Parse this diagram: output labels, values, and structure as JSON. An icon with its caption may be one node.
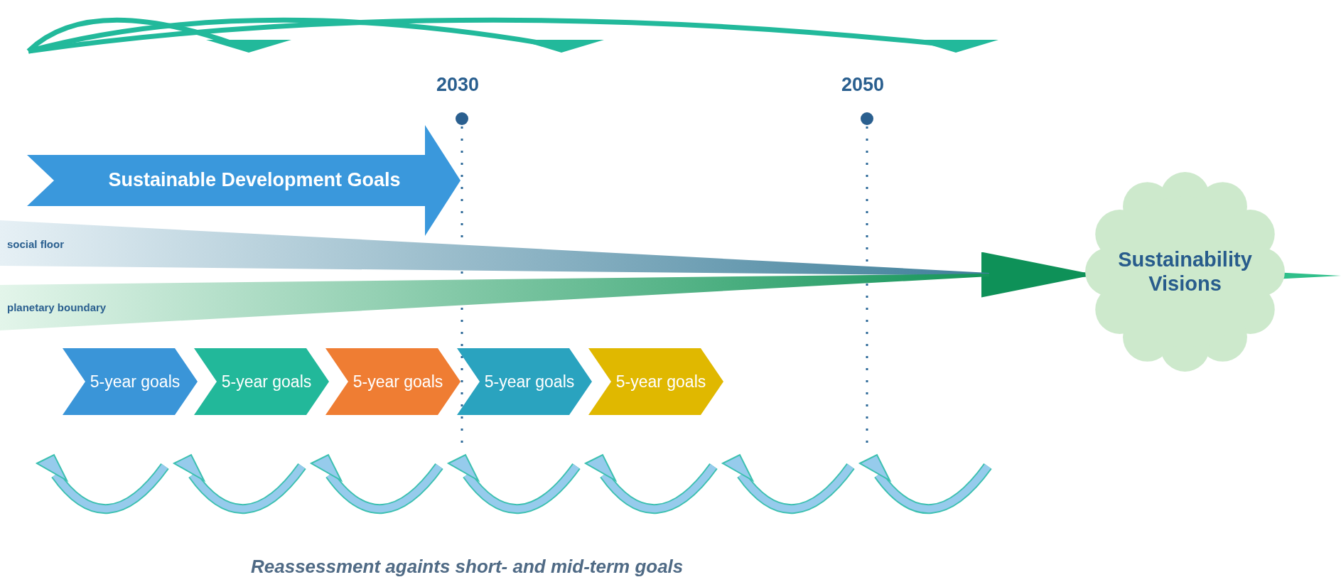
{
  "diagram": {
    "caption": "Reassessment againts short- and mid-term goals",
    "nodes": [
      {
        "text": [
          "Sustainable Development Goals"
        ]
      },
      {
        "text": [
          "social floor"
        ]
      },
      {
        "text": [
          "planetary boundary"
        ]
      },
      {
        "text": [
          "Sustainability Visions"
        ]
      },
      {
        "text": [
          "5-year goals"
        ]
      },
      {
        "text": [
          "5-year goals"
        ]
      },
      {
        "text": [
          "5-year goals"
        ]
      },
      {
        "text": [
          "5-year goals"
        ]
      },
      {
        "text": [
          "5-year goals"
        ]
      }
    ],
    "edges": [
      {
        "from": 1,
        "to": 3,
        "arrow": "to"
      },
      {
        "from": 2,
        "to": 3,
        "arrow": "to"
      }
    ],
    "labels": [
      "2030",
      "2050"
    ]
  }
}
